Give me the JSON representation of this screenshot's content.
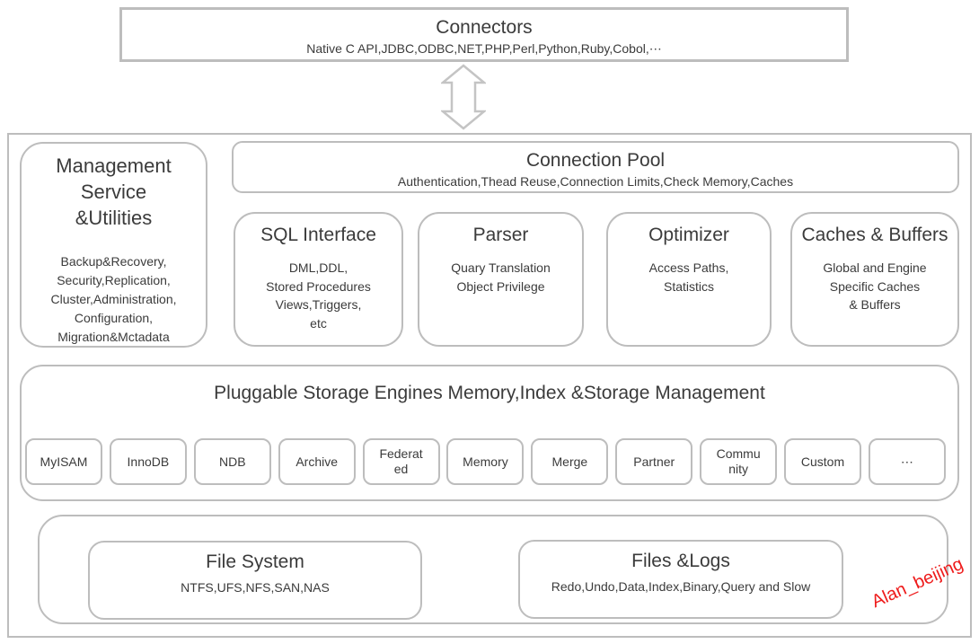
{
  "connectors": {
    "title": "Connectors",
    "subtitle": "Native C API,JDBC,ODBC,NET,PHP,Perl,Python,Ruby,Cobol,⋯"
  },
  "management": {
    "title": "Management\nService\n&Utilities",
    "body": "Backup&Recovery,\nSecurity,Replication,\nCluster,Administration,\nConfiguration,\nMigration&Mctadata"
  },
  "connection_pool": {
    "title": "Connection Pool",
    "subtitle": "Authentication,Thead Reuse,Connection Limits,Check Memory,Caches"
  },
  "modules": [
    {
      "title": "SQL Interface",
      "body": "DML,DDL,\nStored Procedures\nViews,Triggers,\netc"
    },
    {
      "title": "Parser",
      "body": "Quary Translation\nObject Privilege"
    },
    {
      "title": "Optimizer",
      "body": "Access Paths,\nStatistics"
    },
    {
      "title": "Caches & Buffers",
      "body": "Global and Engine\nSpecific Caches\n& Buffers"
    }
  ],
  "storage": {
    "title": "Pluggable Storage Engines Memory,Index &Storage Management",
    "engines": [
      "MyISAM",
      "InnoDB",
      "NDB",
      "Archive",
      "Federat\ned",
      "Memory",
      "Merge",
      "Partner",
      "Commu\nnity",
      "Custom",
      "⋯"
    ]
  },
  "filesystem": {
    "title": "File System",
    "subtitle": "NTFS,UFS,NFS,SAN,NAS"
  },
  "files_logs": {
    "title": "Files &Logs",
    "subtitle": "Redo,Undo,Data,Index,Binary,Query and Slow"
  },
  "watermark": {
    "text": "Alan_beijing",
    "color": "#ee1c1c"
  }
}
